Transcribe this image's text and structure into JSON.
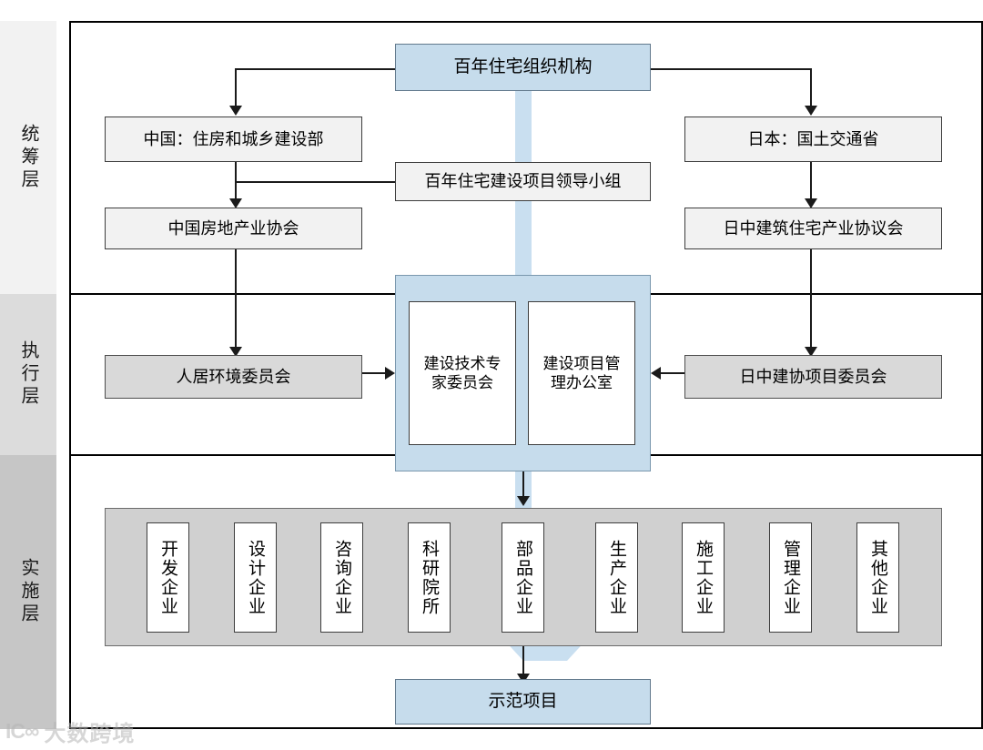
{
  "layers": [
    {
      "id": "coordination",
      "label": "统筹层"
    },
    {
      "id": "execution",
      "label": "执行层"
    },
    {
      "id": "implementation",
      "label": "实施层"
    }
  ],
  "nodes": {
    "root": "百年住宅组织机构",
    "leader_group": "百年住宅建设项目领导小组",
    "cn_ministry": "中国：住房和城乡建设部",
    "cn_association": "中国房地产业协会",
    "jp_ministry": "日本：国土交通省",
    "jp_association": "日中建筑住宅产业协议会",
    "cn_committee": "人居环境委员会",
    "jp_committee": "日中建协项目委员会",
    "tech_expert": "建设技术专家委员会",
    "project_office": "建设项目管理办公室",
    "demo_project": "示范项目"
  },
  "enterprises": [
    "开发企业",
    "设计企业",
    "咨询企业",
    "科研院所",
    "部品企业",
    "生产企业",
    "施工企业",
    "管理企业",
    "其他企业"
  ],
  "watermark": {
    "mark": "IC∞",
    "text": "大数跨境"
  },
  "colors": {
    "accent_blue": "#c6dcec",
    "spine_blue": "#c9dff0",
    "light_gray": "#f2f2f2",
    "mid_gray": "#d9d9d9",
    "band_gray": "#d0d0d0",
    "rail_1": "#f2f2f2",
    "rail_2": "#dcdcdc",
    "rail_3": "#c6c6c6"
  }
}
